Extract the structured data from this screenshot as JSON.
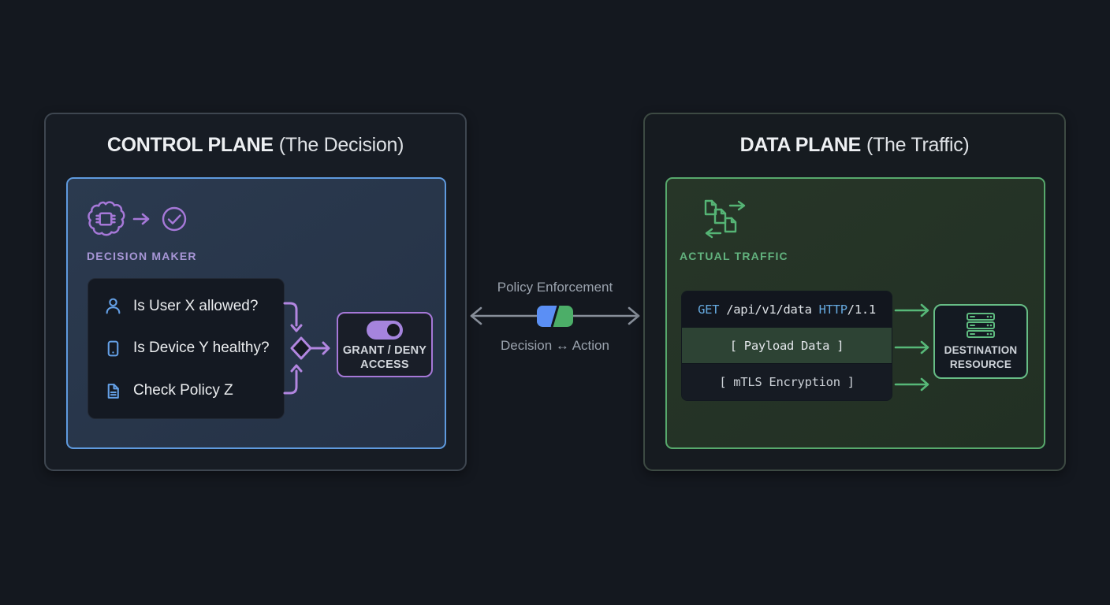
{
  "control_plane": {
    "title_bold": "CONTROL PLANE",
    "title_normal": "(The Decision)",
    "decision_maker_label": "DECISION MAKER",
    "checklist": [
      {
        "icon": "user-icon",
        "label": "Is User X allowed?"
      },
      {
        "icon": "device-icon",
        "label": "Is Device Y healthy?"
      },
      {
        "icon": "policy-doc-icon",
        "label": "Check Policy Z"
      }
    ],
    "grant_line1": "GRANT / DENY",
    "grant_line2": "ACCESS"
  },
  "policy_enforcement": {
    "title": "Policy Enforcement",
    "subtitle": "Decision ↔ Action"
  },
  "data_plane": {
    "title_bold": "DATA PLANE",
    "title_normal": "(The Traffic)",
    "actual_traffic_label": "ACTUAL TRAFFIC",
    "http_request": {
      "method": "GET",
      "path": " /api/v1/data ",
      "protocol": "HTTP",
      "version": "/1.1"
    },
    "payload_label": "[ Payload Data ]",
    "mtls_label": "[ mTLS Encryption ]",
    "destination_line1": "DESTINATION",
    "destination_line2": "RESOURCE"
  },
  "colors": {
    "accent_blue_border": "#5f9ade",
    "accent_purple": "#a678d8",
    "accent_green": "#57b878",
    "checklist_icon_blue": "#64a0e6",
    "code_token_blue": "#66aae0",
    "toggle_blue": "#5b8ff5",
    "toggle_green": "#4cae68"
  }
}
